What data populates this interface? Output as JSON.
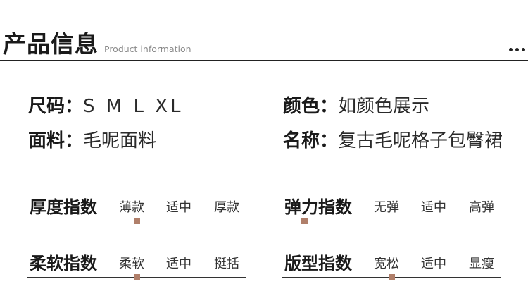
{
  "header": {
    "title": "产品信息",
    "subtitle": "Product information"
  },
  "details": {
    "size": {
      "label": "尺码：",
      "value": "S M L XL"
    },
    "color": {
      "label": "颜色：",
      "value": "如颜色展示"
    },
    "fabric": {
      "label": "面料：",
      "value": "毛呢面料"
    },
    "name": {
      "label": "名称：",
      "value": "复古毛呢格子包臀裙"
    }
  },
  "scales": {
    "thickness": {
      "label": "厚度指数",
      "options": [
        "薄款",
        "适中",
        "厚款"
      ],
      "selected": "适中",
      "position": 0.5
    },
    "elasticity": {
      "label": "弹力指数",
      "options": [
        "无弹",
        "适中",
        "高弹"
      ],
      "selected": "无弹",
      "position": 0.1
    },
    "softness": {
      "label": "柔软指数",
      "options": [
        "柔软",
        "适中",
        "挺括"
      ],
      "selected": "适中",
      "position": 0.5
    },
    "fit": {
      "label": "版型指数",
      "options": [
        "宽松",
        "适中",
        "显瘦"
      ],
      "selected": "适中",
      "position": 0.5
    }
  },
  "colors": {
    "marker": "#b07f6a",
    "line": "#333333"
  }
}
